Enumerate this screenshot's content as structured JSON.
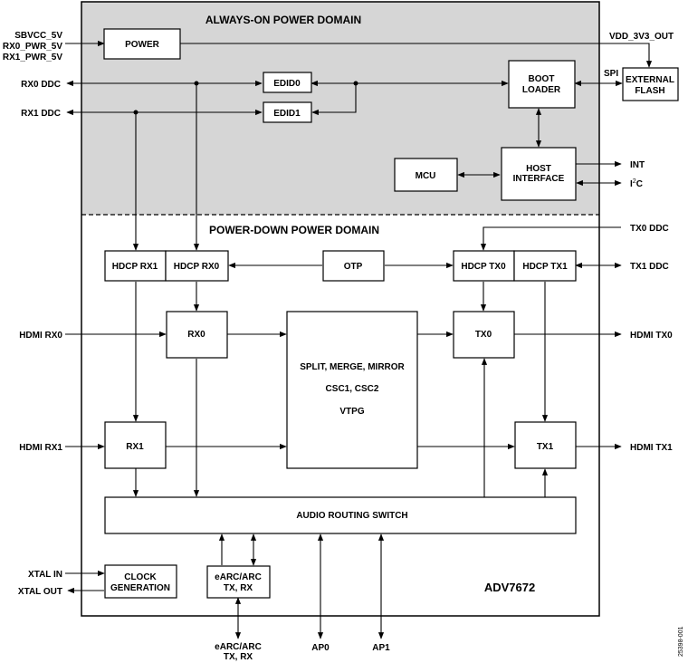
{
  "domains": {
    "always_on": "ALWAYS-ON POWER DOMAIN",
    "power_down": "POWER-DOWN POWER DOMAIN"
  },
  "chip_name": "ADV7672",
  "blocks": {
    "power": "POWER",
    "edid0": "EDID0",
    "edid1": "EDID1",
    "boot_loader": [
      "BOOT",
      "LOADER"
    ],
    "external_flash": [
      "EXTERNAL",
      "FLASH"
    ],
    "mcu": "MCU",
    "host_interface": [
      "HOST",
      "INTERFACE"
    ],
    "hdcp_rx1": "HDCP RX1",
    "hdcp_rx0": "HDCP RX0",
    "otp": "OTP",
    "hdcp_tx0": "HDCP TX0",
    "hdcp_tx1": "HDCP TX1",
    "rx0": "RX0",
    "rx1": "RX1",
    "tx0": "TX0",
    "tx1": "TX1",
    "processing": [
      "SPLIT, MERGE, MIRROR",
      "CSC1, CSC2",
      "VTPG"
    ],
    "audio_routing": "AUDIO ROUTING SWITCH",
    "clock_generation": [
      "CLOCK",
      "GENERATION"
    ],
    "earc_block": [
      "eARC/ARC",
      "TX, RX"
    ]
  },
  "signals": {
    "sbvcc": "SBVCC_5V",
    "rx0_pwr": "RX0_PWR_5V",
    "rx1_pwr": "RX1_PWR_5V",
    "rx0_ddc": "RX0 DDC",
    "rx1_ddc": "RX1 DDC",
    "vdd": "VDD_3V3_OUT",
    "spi": "SPI",
    "int": "INT",
    "i2c_prefix": "I",
    "i2c_sup": "2",
    "i2c_suffix": "C",
    "tx0_ddc": "TX0 DDC",
    "tx1_ddc": "TX1 DDC",
    "hdmi_rx0": "HDMI RX0",
    "hdmi_rx1": "HDMI RX1",
    "hdmi_tx0": "HDMI TX0",
    "hdmi_tx1": "HDMI TX1",
    "xtal_in": "XTAL IN",
    "xtal_out": "XTAL OUT",
    "earc_pin": [
      "eARC/ARC",
      "TX, RX"
    ],
    "ap0": "AP0",
    "ap1": "AP1"
  },
  "figure_id": "25398-001",
  "colors": {
    "always_on_fill": "#d6d6d6",
    "line": "#000000",
    "box_fill": "#ffffff"
  }
}
